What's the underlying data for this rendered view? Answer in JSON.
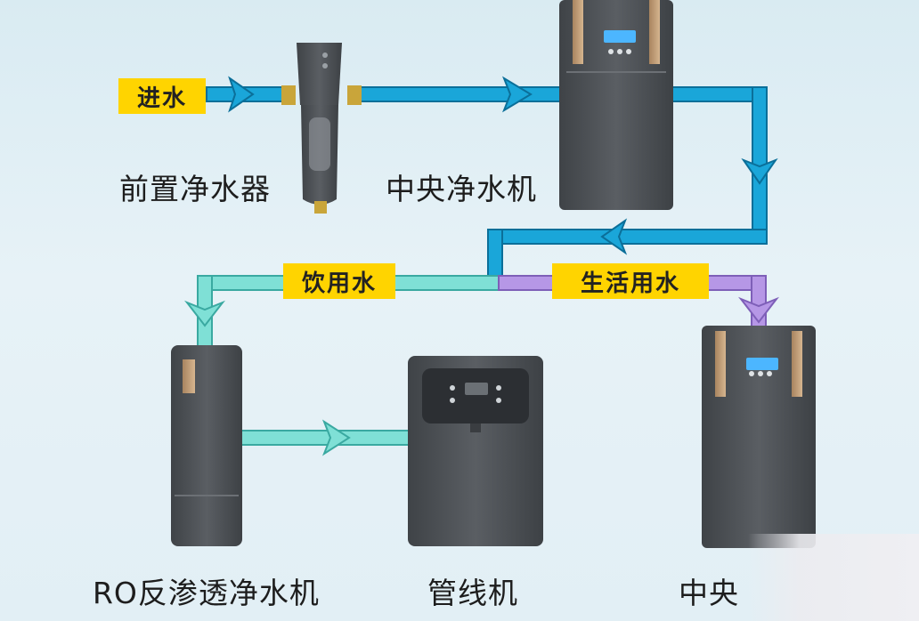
{
  "labels": {
    "inlet": "进水",
    "drinking": "饮用水",
    "domestic": "生活用水"
  },
  "captions": {
    "pre_filter": "前置净水器",
    "central_purifier": "中央净水机",
    "ro_purifier": "RO反渗透净水机",
    "pipeline_unit": "管线机",
    "central_softener": "中央"
  },
  "colors": {
    "inlet_pipe": "#1aa6d9",
    "drinking_pipe": "#7fe0d6",
    "domestic_pipe": "#b697e6",
    "label_bg": "#ffd400",
    "device_body": "#55595e",
    "device_gold": "#c9a27a"
  }
}
